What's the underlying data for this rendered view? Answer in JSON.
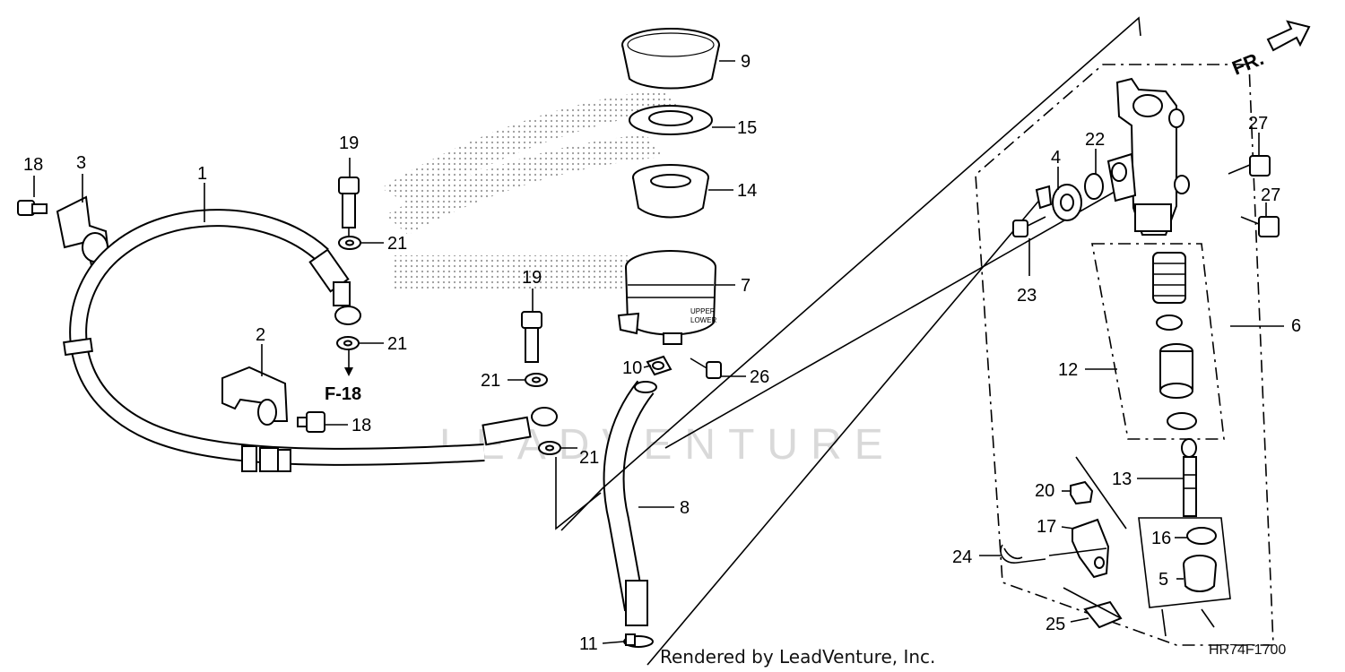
{
  "diagram": {
    "callouts": [
      {
        "id": "c1",
        "label": "1"
      },
      {
        "id": "c2",
        "label": "2"
      },
      {
        "id": "c3",
        "label": "3"
      },
      {
        "id": "c4",
        "label": "4"
      },
      {
        "id": "c5",
        "label": "5"
      },
      {
        "id": "c6",
        "label": "6"
      },
      {
        "id": "c7",
        "label": "7"
      },
      {
        "id": "c8",
        "label": "8"
      },
      {
        "id": "c9",
        "label": "9"
      },
      {
        "id": "c10",
        "label": "10"
      },
      {
        "id": "c11",
        "label": "11"
      },
      {
        "id": "c12",
        "label": "12"
      },
      {
        "id": "c13",
        "label": "13"
      },
      {
        "id": "c14",
        "label": "14"
      },
      {
        "id": "c15",
        "label": "15"
      },
      {
        "id": "c16",
        "label": "16"
      },
      {
        "id": "c17",
        "label": "17"
      },
      {
        "id": "c18a",
        "label": "18"
      },
      {
        "id": "c18b",
        "label": "18"
      },
      {
        "id": "c19a",
        "label": "19"
      },
      {
        "id": "c19b",
        "label": "19"
      },
      {
        "id": "c20",
        "label": "20"
      },
      {
        "id": "c21a",
        "label": "21"
      },
      {
        "id": "c21b",
        "label": "21"
      },
      {
        "id": "c21c",
        "label": "21"
      },
      {
        "id": "c21d",
        "label": "21"
      },
      {
        "id": "c22",
        "label": "22"
      },
      {
        "id": "c23",
        "label": "23"
      },
      {
        "id": "c24",
        "label": "24"
      },
      {
        "id": "c25",
        "label": "25"
      },
      {
        "id": "c26",
        "label": "26"
      },
      {
        "id": "c27a",
        "label": "27"
      },
      {
        "id": "c27b",
        "label": "27"
      }
    ],
    "reference": "F-18",
    "direction": "FR.",
    "reservoir_text": {
      "upper": "UPPER",
      "lower": "LOWER"
    },
    "diagram_code": "HR74F1700",
    "footer": "Rendered by LeadVenture, Inc.",
    "watermark": "LEADVENTURE"
  }
}
